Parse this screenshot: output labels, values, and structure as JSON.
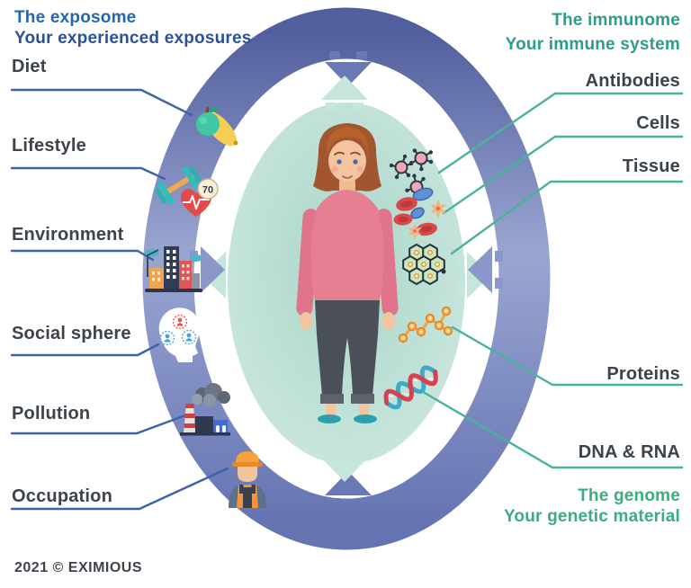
{
  "titles": {
    "exposome": {
      "title": "The exposome",
      "subtitle": "Your experienced exposures"
    },
    "immunome": {
      "title": "The immunome",
      "subtitle": "Your immune system"
    },
    "genome": {
      "title": "The genome",
      "subtitle": "Your genetic material"
    }
  },
  "exposome_labels": [
    {
      "label": "Diet",
      "icon": "apple-banana-icon"
    },
    {
      "label": "Lifestyle",
      "icon": "dumbbell-heart-icon"
    },
    {
      "label": "Environment",
      "icon": "city-buildings-icon"
    },
    {
      "label": "Social sphere",
      "icon": "head-people-icon"
    },
    {
      "label": "Pollution",
      "icon": "factory-smoke-icon"
    },
    {
      "label": "Occupation",
      "icon": "construction-worker-icon"
    }
  ],
  "immunome_labels": [
    {
      "label": "Antibodies",
      "icon": "antibody-molecules-icon"
    },
    {
      "label": "Cells",
      "icon": "blood-cells-icon"
    },
    {
      "label": "Tissue",
      "icon": "tissue-hexagons-icon"
    },
    {
      "label": "Proteins",
      "icon": "protein-chain-icon"
    },
    {
      "label": "DNA & RNA",
      "icon": "dna-helix-icon"
    }
  ],
  "lifestyle_badge_value": "70",
  "footer": {
    "copyright": "2021 © EXIMIOUS"
  },
  "colors": {
    "exposome_blue": "#2168b2",
    "exposome_blue_dark": "#2a529b",
    "immunome_teal": "#2f9c8b",
    "genome_green": "#3bae7d",
    "label_dark": "#3c434b",
    "ring_blue": "#7d89c0",
    "inner_mint": "#abd7ca",
    "connector_blue": "#3c63a9",
    "connector_teal": "#47b39d"
  }
}
